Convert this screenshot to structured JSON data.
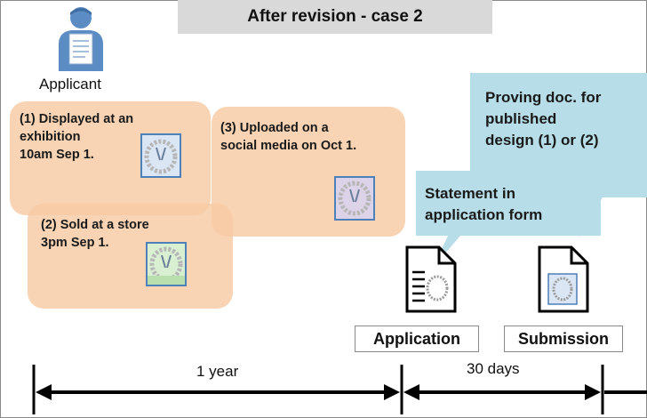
{
  "title": "After revision - case 2",
  "applicant": {
    "label": "Applicant",
    "icon": "applicant-person-icon"
  },
  "events": {
    "e1": {
      "lines": [
        "(1) Displayed at an",
        "exhibition",
        "10am Sep 1."
      ]
    },
    "e2": {
      "lines": [
        "(2) Sold at a store",
        "3pm Sep 1."
      ]
    },
    "e3": {
      "lines": [
        "(3) Uploaded  on a",
        "social media on Oct 1."
      ]
    }
  },
  "callouts": {
    "proving": {
      "lines": [
        "Proving doc. for",
        "published",
        "design (1) or (2)"
      ]
    },
    "statement": {
      "lines": [
        "Statement in",
        "application form"
      ]
    }
  },
  "documents": {
    "application": {
      "label": "Application",
      "icon": "application-document-icon"
    },
    "submission": {
      "label": "Submission",
      "icon": "submission-document-icon"
    }
  },
  "timeline": {
    "period1": "1 year",
    "period2": "30 days"
  },
  "colors": {
    "event_box": "#f8cba3",
    "callout": "#b7dde8",
    "title_bg": "#d9d9d9",
    "icon_blue": "#5b8cc4",
    "arrow": "#000000"
  }
}
